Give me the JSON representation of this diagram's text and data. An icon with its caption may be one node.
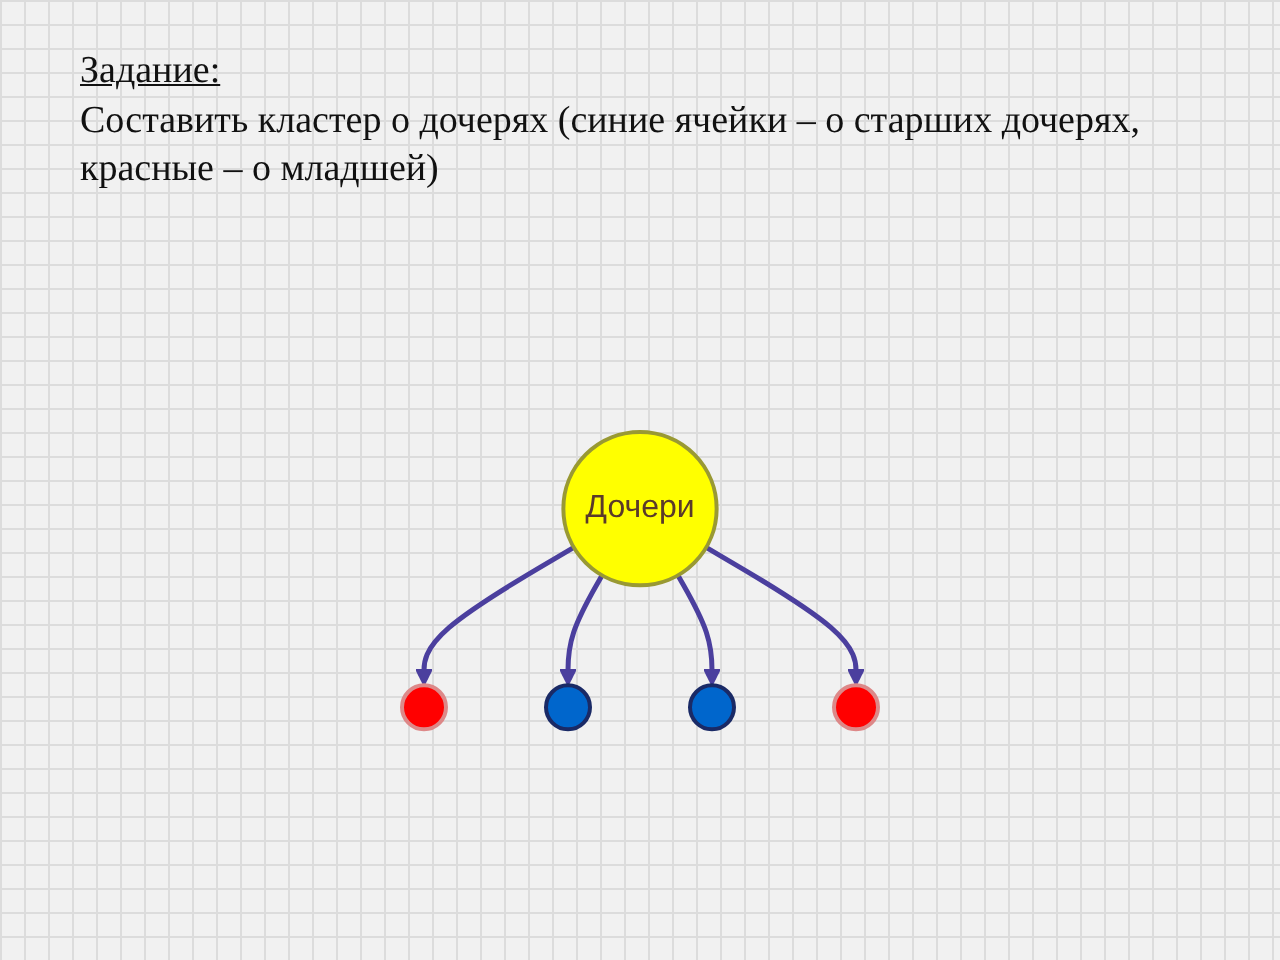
{
  "diagram": {
    "title": "Задание:",
    "nodes": [
      {
        "text": [
          "Дочери"
        ]
      },
      {
        "text": [],
        "shape": "ellipse"
      },
      {
        "text": [],
        "shape": "ellipse"
      },
      {
        "text": [],
        "shape": "ellipse"
      },
      {
        "text": [],
        "shape": "ellipse"
      }
    ],
    "edges": [
      {
        "from": 0,
        "to": 1,
        "arrow": "to"
      },
      {
        "from": 0,
        "to": 2,
        "arrow": "to"
      },
      {
        "from": 0,
        "to": 3,
        "arrow": "to"
      },
      {
        "from": 0,
        "to": 4,
        "arrow": "to"
      }
    ],
    "labels": [
      "Составить кластер о дочерях (синие ячейки – о старших дочерях, красные – о младшей)"
    ]
  }
}
